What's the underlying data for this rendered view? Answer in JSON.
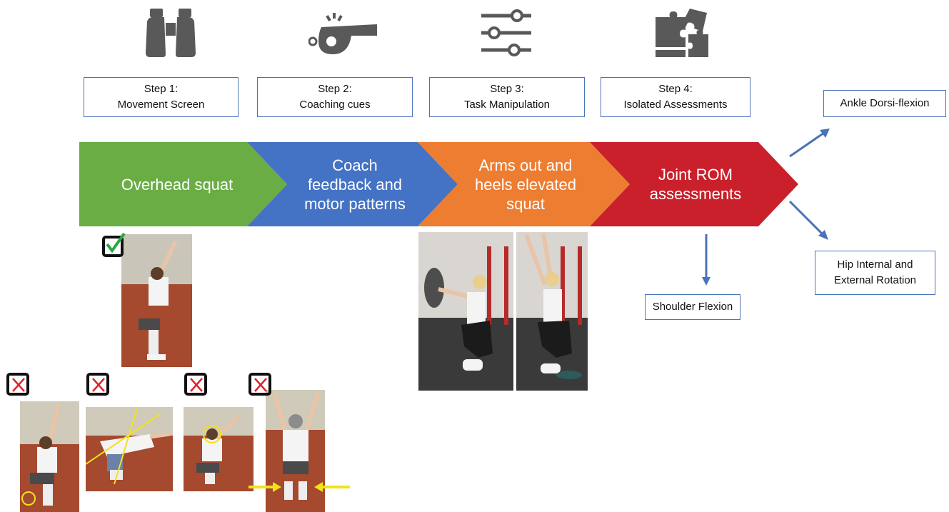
{
  "steps": [
    {
      "line1": "Step 1:",
      "line2": "Movement Screen",
      "icon": "binoculars-icon"
    },
    {
      "line1": "Step 2:",
      "line2": "Coaching cues",
      "icon": "whistle-icon"
    },
    {
      "line1": "Step 3:",
      "line2": "Task Manipulation",
      "icon": "sliders-icon"
    },
    {
      "line1": "Step 4:",
      "line2": "Isolated Assessments",
      "icon": "puzzle-icon"
    }
  ],
  "chevrons": [
    {
      "lines": [
        "Overhead squat"
      ],
      "color": "#6aad45"
    },
    {
      "lines": [
        "Coach",
        "feedback and",
        "motor patterns"
      ],
      "color": "#4472c4"
    },
    {
      "lines": [
        "Arms out and",
        "heels elevated",
        "squat"
      ],
      "color": "#ed7d31"
    },
    {
      "lines": [
        "Joint ROM",
        "assessments"
      ],
      "color": "#c9202b"
    }
  ],
  "assessments": {
    "ankle": {
      "line1": "Ankle Dorsi-flexion"
    },
    "hip": {
      "line1": "Hip Internal and",
      "line2": "External Rotation"
    },
    "shoulder": {
      "line1": "Shoulder Flexion"
    }
  },
  "colors": {
    "arrow": "#4a72b8",
    "check": "#27a844",
    "cross": "#e0242e",
    "highlight": "#f5e11a",
    "icon": "#595959"
  }
}
